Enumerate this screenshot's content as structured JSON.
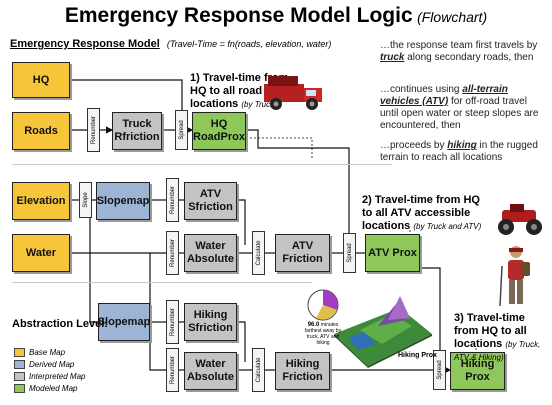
{
  "title": "Emergency Response Model Logic",
  "title_note": "(Flowchart)",
  "subheader": {
    "label": "Emergency Response Model",
    "equation": "(Travel-Time = fn(roads, elevation, water)"
  },
  "boxes": {
    "hq": "HQ",
    "roads": "Roads",
    "truck_friction": "Truck Rfriction",
    "hq_roadprox": "HQ RoadProx",
    "elevation": "Elevation",
    "slopemap_1": "Slopemap",
    "atv_sfriction": "ATV Sfriction",
    "water": "Water",
    "water_absolute_1": "Water Absolute",
    "atv_friction": "ATV Friction",
    "atv_prox": "ATV Prox",
    "slopemap_2": "Slopemap",
    "hiking_sfriction": "Hiking Sfriction",
    "water_absolute_2": "Water Absolute",
    "hiking_friction": "Hiking Friction",
    "hiking_prox": "Hiking Prox"
  },
  "tags": {
    "renumber_1": "Renumber",
    "spread_1": "Spread",
    "slope": "Slope",
    "renumber_2": "Renumber",
    "renumber_3": "Renumber",
    "calculate_1": "Calculate",
    "spread_2": "Spread",
    "renumber_4": "Renumber",
    "renumber_5": "Renumber",
    "calculate_2": "Calculate",
    "spread_3": "Spread"
  },
  "notes": {
    "n1_main": "1) Travel-time from HQ to all road locations",
    "n1_sub": "(by Truck)",
    "n2_main": "2) Travel-time from HQ to all ATV accessible locations",
    "n2_sub": "(by Truck and ATV)",
    "n3_main": "3) Travel-time from HQ to all locations",
    "n3_sub": "(by Truck, ATV & Hiking)"
  },
  "story": {
    "p1_a": "…the response team first travels by ",
    "p1_b": "truck",
    "p1_c": " along secondary roads, then",
    "p2_a": "…continues using ",
    "p2_b": "all-terrain vehicles (ATV)",
    "p2_c": " for off-road travel until open water or steep slopes are encountered, then",
    "p3_a": "…proceeds by ",
    "p3_b": "hiking",
    "p3_c": " in the rugged terrain to reach all locations"
  },
  "legend": {
    "title": "Abstraction Level:",
    "items": [
      "Base Map",
      "Derived Map",
      "Interpreted Map",
      "Modeled Map"
    ],
    "colors": [
      "#f6c53a",
      "#9db4d4",
      "#c3c3c3",
      "#8fc85a"
    ]
  },
  "map_labels": {
    "hiking_prox": "Hiking Prox",
    "minutes_value": "96.0",
    "minutes_text": "minutes farthest away by truck, ATV and hiking"
  },
  "colors": {
    "base": "#f6c53a",
    "derived": "#9db4d4",
    "interpreted": "#c3c3c3",
    "modeled": "#8fc85a"
  }
}
